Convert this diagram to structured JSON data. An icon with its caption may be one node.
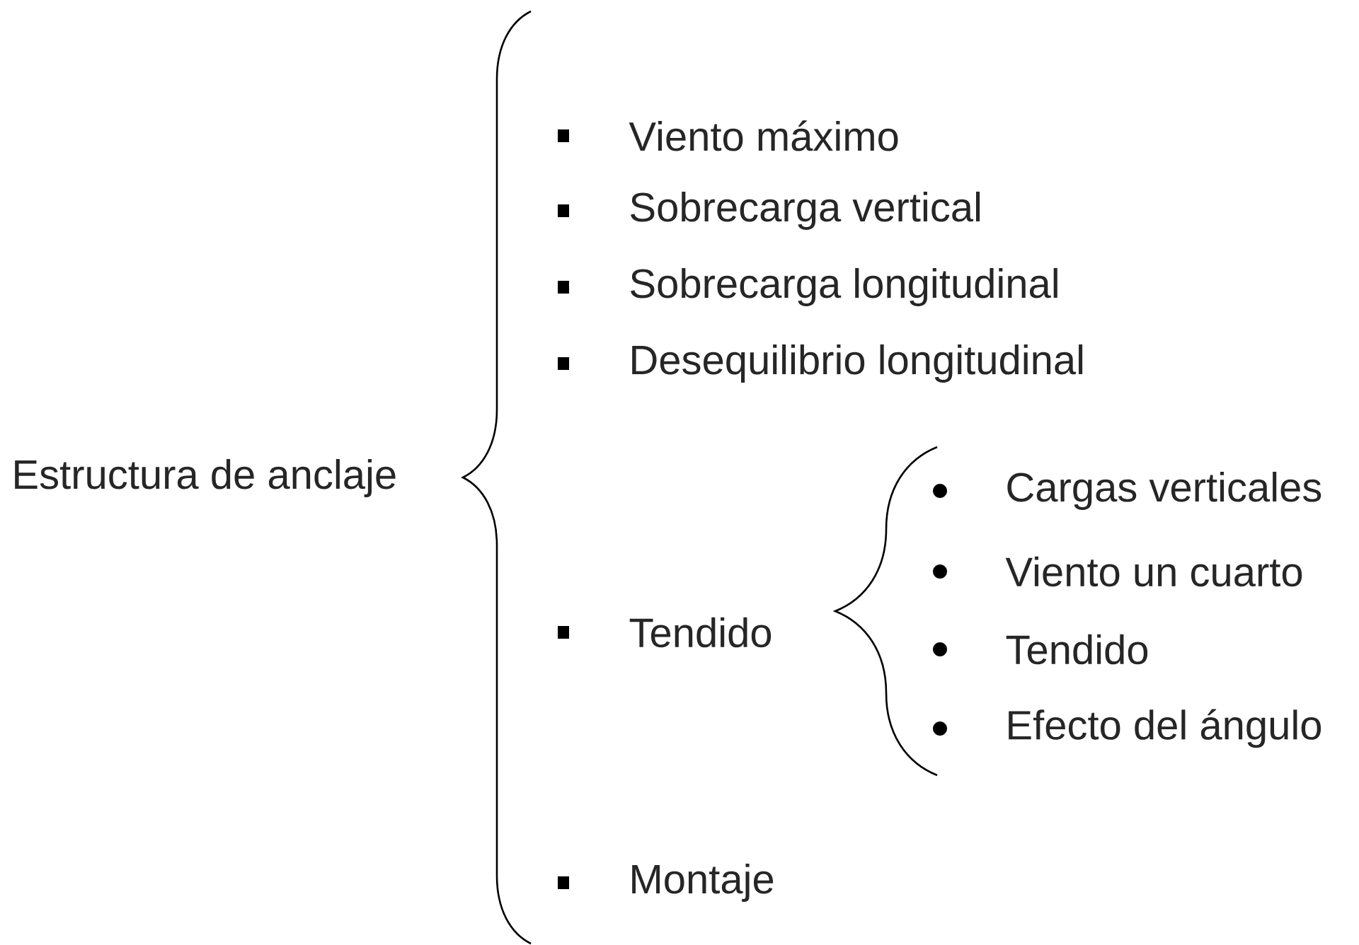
{
  "diagram": {
    "labels": [
      "Estructura de anclaje",
      "Viento máximo",
      "Sobrecarga vertical",
      "Sobrecarga longitudinal",
      "Desequilibrio longitudinal",
      "Tendido",
      "Cargas verticales",
      "Viento un cuarto",
      "Tendido",
      "Efecto del ángulo",
      "Montaje"
    ]
  }
}
